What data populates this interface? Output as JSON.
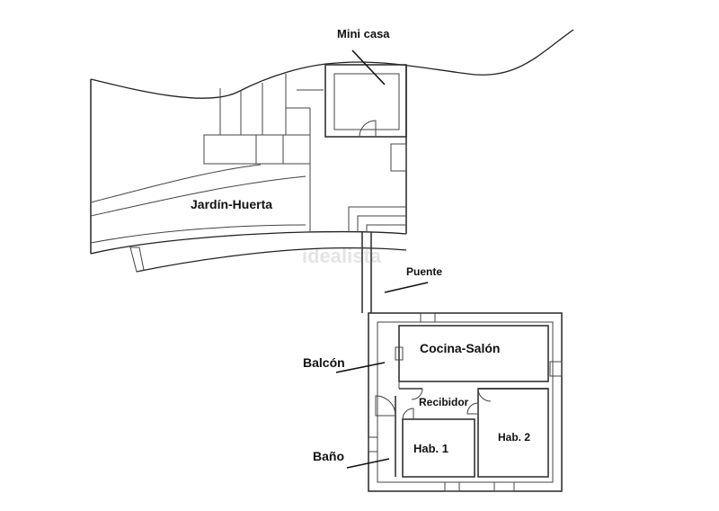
{
  "labels": {
    "mini_casa": "Mini casa",
    "jardin": "Jardín-Huerta",
    "puente": "Puente",
    "balcon": "Balcón",
    "cocina": "Cocina-Salón",
    "recibidor": "Recibidor",
    "hab1": "Hab. 1",
    "hab2": "Hab. 2",
    "bano": "Baño"
  },
  "watermark": "idealista"
}
